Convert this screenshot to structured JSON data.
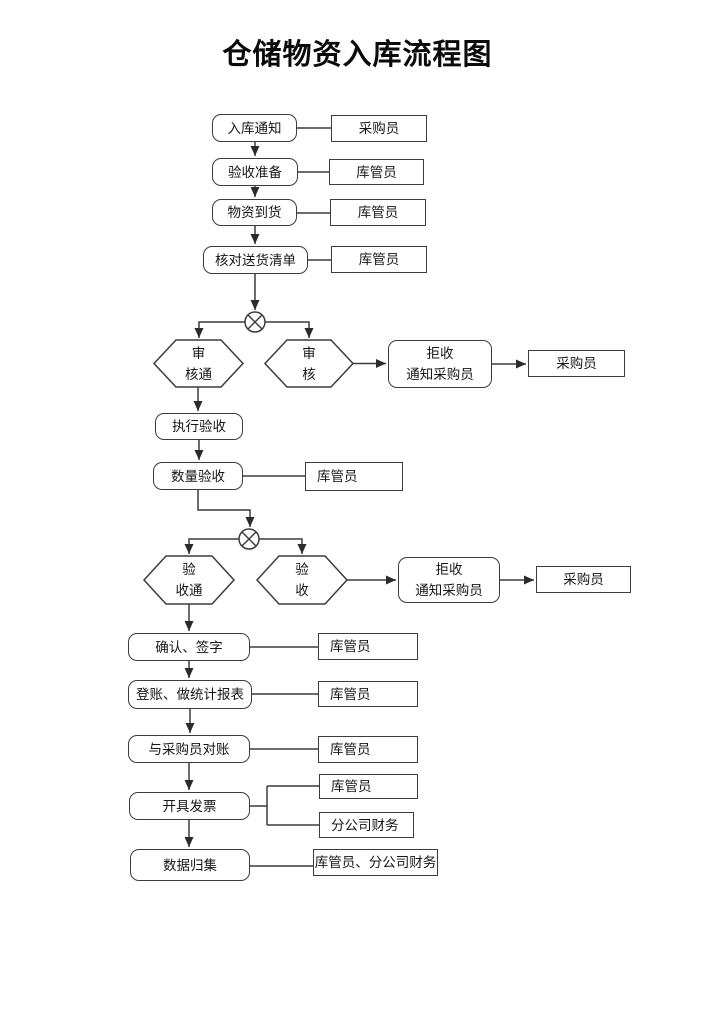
{
  "title": "仓储物资入库流程图",
  "colors": {
    "background": "#ffffff",
    "line": "#3c3c3c",
    "text": "#161616"
  },
  "flow": {
    "nodes": {
      "p1": {
        "type": "process",
        "label": "入库通知",
        "role": "采购员"
      },
      "p2": {
        "type": "process",
        "label": "验收准备",
        "role": "库管员"
      },
      "p3": {
        "type": "process",
        "label": "物资到货",
        "role": "库管员"
      },
      "p4": {
        "type": "process",
        "label": "核对送货清单",
        "role": "库管员"
      },
      "gw1": {
        "type": "xor-gateway",
        "label": ""
      },
      "h1": {
        "type": "decision",
        "label": "审\n核通"
      },
      "h2": {
        "type": "decision",
        "label": "审\n核"
      },
      "rej1": {
        "type": "process",
        "label": "拒收\n通知采购员",
        "role": "采购员"
      },
      "p5": {
        "type": "process",
        "label": "执行验收"
      },
      "p6": {
        "type": "process",
        "label": "数量验收",
        "role": "库管员"
      },
      "gw2": {
        "type": "xor-gateway",
        "label": ""
      },
      "h3": {
        "type": "decision",
        "label": "验\n收通"
      },
      "h4": {
        "type": "decision",
        "label": "验\n收"
      },
      "rej2": {
        "type": "process",
        "label": "拒收\n通知采购员",
        "role": "采购员"
      },
      "p7": {
        "type": "process",
        "label": "确认、签字",
        "role": "库管员"
      },
      "p8": {
        "type": "process",
        "label": "登账、做统计报表",
        "role": "库管员"
      },
      "p9": {
        "type": "process",
        "label": "与采购员对账",
        "role": "库管员"
      },
      "p10": {
        "type": "process",
        "label": "开具发票",
        "roles": [
          "库管员",
          "分公司财务"
        ]
      },
      "p11": {
        "type": "process",
        "label": "数据归集",
        "role": "库管员、分公司财务"
      }
    },
    "role_labels": {
      "r1": {
        "label": "采购员"
      },
      "r2": {
        "label": "库管员"
      },
      "r3": {
        "label": "库管员"
      },
      "r4": {
        "label": "库管员"
      },
      "buyer1": {
        "label": "采购员"
      },
      "r5": {
        "label": "库管员"
      },
      "buyer2": {
        "label": "采购员"
      },
      "r6": {
        "label": "库管员"
      },
      "r7": {
        "label": "库管员"
      },
      "r8": {
        "label": "库管员"
      },
      "r9": {
        "label": "库管员"
      },
      "r10": {
        "label": "分公司财务"
      },
      "r11": {
        "label": "库管员、分公司财务"
      }
    },
    "edges": [
      {
        "from": "入库通知",
        "to": "验收准备"
      },
      {
        "from": "验收准备",
        "to": "物资到货"
      },
      {
        "from": "物资到货",
        "to": "核对送货清单"
      },
      {
        "from": "核对送货清单",
        "to": "XOR网关1"
      },
      {
        "from": "XOR网关1",
        "to": "审核通"
      },
      {
        "from": "XOR网关1",
        "to": "审核"
      },
      {
        "from": "审核",
        "to": "拒收 通知采购员"
      },
      {
        "from": "拒收 通知采购员",
        "to": "采购员"
      },
      {
        "from": "审核通",
        "to": "执行验收"
      },
      {
        "from": "执行验收",
        "to": "数量验收"
      },
      {
        "from": "数量验收",
        "to": "XOR网关2"
      },
      {
        "from": "XOR网关2",
        "to": "验收通"
      },
      {
        "from": "XOR网关2",
        "to": "验收"
      },
      {
        "from": "验收",
        "to": "拒收 通知采购员"
      },
      {
        "from": "拒收 通知采购员",
        "to": "采购员"
      },
      {
        "from": "验收通",
        "to": "确认、签字"
      },
      {
        "from": "确认、签字",
        "to": "登账、做统计报表"
      },
      {
        "from": "登账、做统计报表",
        "to": "与采购员对账"
      },
      {
        "from": "与采购员对账",
        "to": "开具发票"
      },
      {
        "from": "开具发票",
        "to": "数据归集"
      }
    ]
  }
}
